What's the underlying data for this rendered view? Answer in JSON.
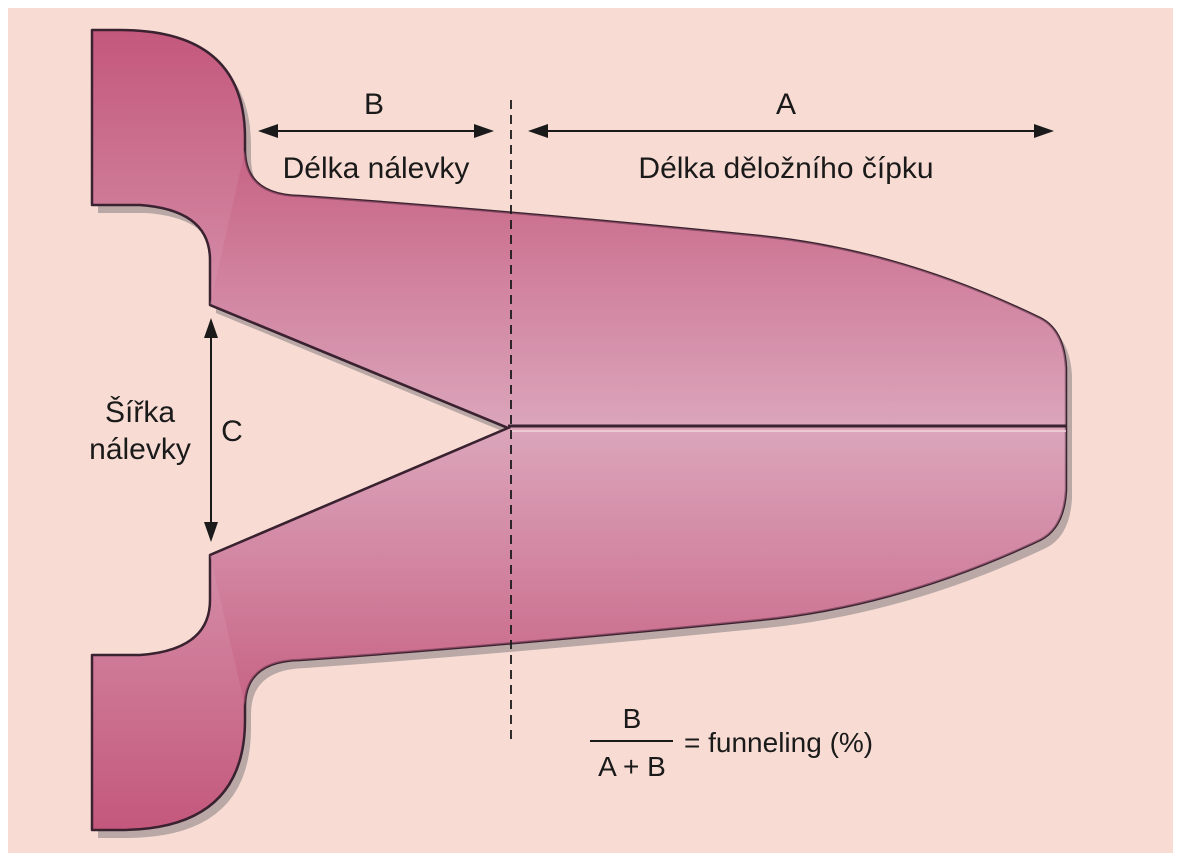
{
  "labels": {
    "b_letter": "B",
    "a_letter": "A",
    "c_letter": "C",
    "b_caption": "Délka nálevky",
    "a_caption": "Délka děložního čípku",
    "c_caption_line1": "Šířka",
    "c_caption_line2": "nálevky"
  },
  "formula": {
    "numerator": "B",
    "denominator": "A + B",
    "result": "= funneling (%)"
  },
  "colors": {
    "background": "#f8dcd3",
    "tissue_dark": "#c2577a",
    "tissue_light": "#dca6bb",
    "outline": "#3a2230",
    "shadow": "#b9a8a6",
    "ink": "#1a1a1a"
  }
}
